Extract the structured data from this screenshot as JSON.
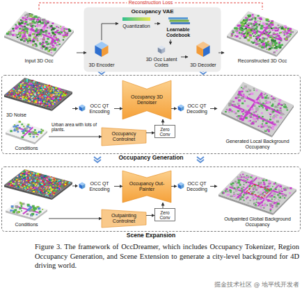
{
  "diagram": {
    "caption": "Figure 3. The framework of OccDreamer, which includes Occupancy Tokenizer, Region Occupancy Generation, and Scene Extension to generate a city-level background for 4D driving world.",
    "nodes": [
      {
        "text": [
          "Input 3D Occ"
        ]
      },
      {
        "text": [
          "Occupancy VAE"
        ]
      },
      {
        "text": [
          "Quantization"
        ],
        "in": 1
      },
      {
        "text": [
          "Learnable Codebook"
        ],
        "in": 1
      },
      {
        "text": [
          "3D Encoder"
        ],
        "in": 1
      },
      {
        "text": [
          "3D Occ Latent Codes"
        ],
        "in": 1
      },
      {
        "text": [
          "3D Decoder"
        ],
        "in": 1
      },
      {
        "text": [
          "Reconstructed 3D Occ"
        ]
      },
      {
        "text": [
          "Occupancy Generation"
        ]
      },
      {
        "text": [
          "3D Noise"
        ],
        "in": 8
      },
      {
        "text": [
          "OCC QT Encoding"
        ],
        "in": 8
      },
      {
        "text": [
          "Occupancy 3D Denoiser"
        ],
        "in": 8
      },
      {
        "text": [
          "OCC QT Decoding"
        ],
        "in": 8
      },
      {
        "text": [
          "Generated Local Background Occupancy"
        ],
        "in": 8
      },
      {
        "text": [
          "Conditions"
        ],
        "in": 8
      },
      {
        "text": [
          "Occupancy Controlnet"
        ],
        "in": 8
      },
      {
        "text": [
          "Zero Conv"
        ],
        "in": 8
      },
      {
        "text": [
          "Scene Expansion"
        ]
      },
      {
        "text": [
          "Conditions"
        ],
        "in": 17
      },
      {
        "text": [
          "OCC QT Encoding"
        ],
        "in": 17
      },
      {
        "text": [
          "Occupancy Out-Painter"
        ],
        "in": 17
      },
      {
        "text": [
          "OCC QT Decoding"
        ],
        "in": 17
      },
      {
        "text": [
          "Outpainted Global Background Occupancy"
        ],
        "in": 17
      },
      {
        "text": [
          "Outpainting Controlnet"
        ],
        "in": 17
      },
      {
        "text": [
          "Zero Conv"
        ],
        "in": 17
      }
    ],
    "edges": [
      {
        "from": 0,
        "to": 7,
        "label": "Reconstruction Loss",
        "arrow": "none"
      },
      {
        "from": 0,
        "to": 4,
        "arrow": "to"
      },
      {
        "from": 4,
        "to": 2,
        "arrow": "to"
      },
      {
        "from": 2,
        "to": 3,
        "arrow": "to"
      },
      {
        "from": 3,
        "to": 5,
        "arrow": "to"
      },
      {
        "from": 5,
        "to": 6,
        "arrow": "to"
      },
      {
        "from": 6,
        "to": 7,
        "arrow": "to"
      },
      {
        "from": 9,
        "to": 10,
        "arrow": "to"
      },
      {
        "from": 10,
        "to": 11,
        "arrow": "to"
      },
      {
        "from": 11,
        "to": 12,
        "arrow": "to"
      },
      {
        "from": 12,
        "to": 13,
        "arrow": "to"
      },
      {
        "from": 14,
        "to": 15,
        "arrow": "to"
      },
      {
        "from": 15,
        "to": 16,
        "arrow": "to"
      },
      {
        "from": 16,
        "to": 11,
        "arrow": "to"
      },
      {
        "from": 19,
        "to": 20,
        "arrow": "to"
      },
      {
        "from": 20,
        "to": 21,
        "arrow": "to"
      },
      {
        "from": 21,
        "to": 22,
        "arrow": "to"
      },
      {
        "from": 18,
        "to": 23,
        "arrow": "to"
      },
      {
        "from": 23,
        "to": 24,
        "arrow": "to"
      },
      {
        "from": 24,
        "to": 20,
        "arrow": "to"
      }
    ],
    "labels": [
      "Urban area with lots of plants.",
      "掘金技术社区 @ 地平线开发者"
    ]
  }
}
